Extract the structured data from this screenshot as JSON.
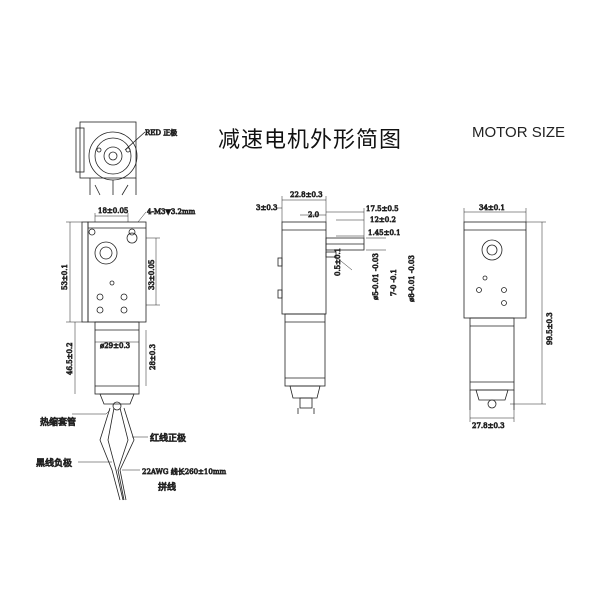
{
  "title_cn": "减速电机外形简图",
  "title_en": "MOTOR SIZE",
  "labels": {
    "red_pos": "RED 正极",
    "heat_shrink": "热缩套管",
    "red_wire": "红线正极",
    "black_wire": "黑线负极",
    "wire_spec": "22AWG 线长260±10mm",
    "splice": "拼线"
  },
  "front_view": {
    "d_18": "18±0.05",
    "d_m3": "4-M3▼3.2mm",
    "d_53": "53±0.1",
    "d_33": "33±0.05",
    "d_29": "ø29±0.3",
    "d_46": "46.5±0.2",
    "d_28": "28±0.3"
  },
  "side_view": {
    "d_22": "22.8±0.3",
    "d_3": "3±0.3",
    "d_2": "2.0",
    "d_17": "17.5±0.5",
    "d_12": "12±0.2",
    "d_145": "1.45±0.1",
    "d_05": "0.5±0.1",
    "d_phi5": "ø5-0.01 -0.03",
    "d_7": "7-0 -0.1",
    "d_phi8": "ø8-0.01 -0.03"
  },
  "right_view": {
    "d_34": "34±0.1",
    "d_99": "99.5±0.3",
    "d_27": "27.8±0.3"
  }
}
